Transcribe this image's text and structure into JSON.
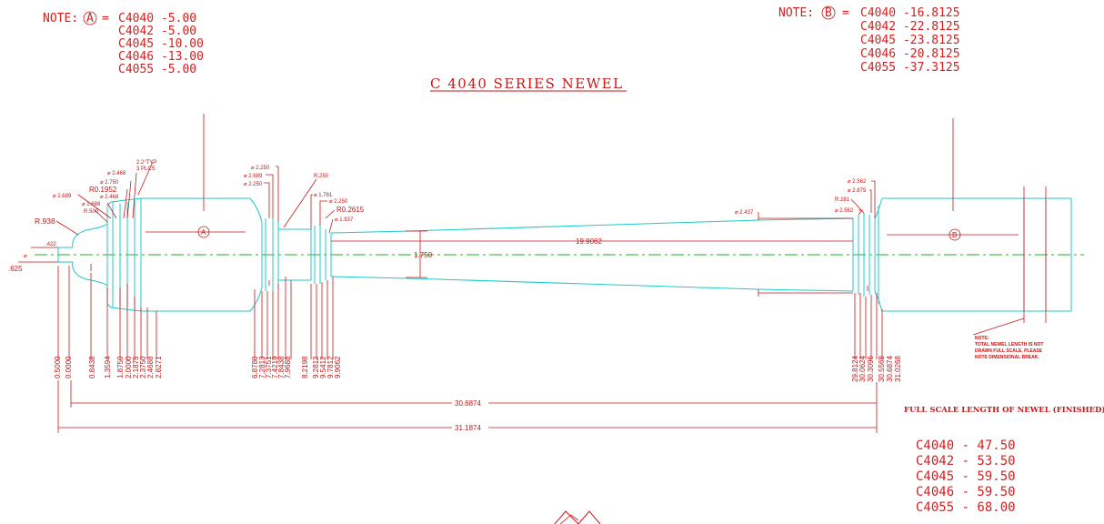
{
  "note_a": {
    "label": "NOTE:",
    "marker": "A",
    "lines": [
      "C4040  -5.00",
      "C4042  -5.00",
      "C4045  -10.00",
      "C4046  -13.00",
      "C4055  -5.00"
    ]
  },
  "note_b": {
    "label": "NOTE:",
    "marker": "B",
    "lines": [
      "C4040  -16.8125",
      "C4042  -22.8125",
      "C4045  -23.8125",
      "C4046  -20.8125",
      "C4055  -37.3125"
    ]
  },
  "title": "C 4040  SERIES   NEWEL",
  "profile_labels": {
    "section_a": "A",
    "section_b": "B",
    "r938": "R.938",
    "r500": "R.500",
    "r01952": "R0.1952",
    "d2689": "⌀ 2.689",
    "d1688": "⌀ 1.688",
    "d2468": "⌀ 2.468",
    "d2750": "⌀ 2.750",
    "d2468b": "⌀ 2.468",
    "typ": "2.2°TYP",
    "plcs": "3 PLCS",
    "d2250a": "⌀ 2.250",
    "d2689b": "⌀ 2.689",
    "d2250b": "⌀ 2.250",
    "r250": "R.250",
    "d1781": "⌀ 1.781",
    "d2250c": "⌀ 2.250",
    "r02615": "R0.2615",
    "d1937": "⌀ 1.937",
    "d2437": "⌀ 2.437",
    "d2562a": "⌀ 2.562",
    "d2875": "⌀ 2.875",
    "r281": "R.281",
    "d2562b": "⌀ 2.562",
    "len199062": "19.9062",
    "dia1750": "1.750",
    "end422": ".422",
    "end625": ".625",
    "phi": "⌀"
  },
  "station_dims": [
    "0.5000",
    "0.0000",
    "0.8438",
    "1.3594",
    "1.8750",
    "2.0000",
    "2.1875",
    "2.3750",
    "2.4688",
    "2.8271",
    "6.8780",
    "7.2813",
    "7.3751",
    "7.4219",
    "7.8438",
    "7.9688",
    "8.2198",
    "9.2812",
    "9.5412",
    "9.7812",
    "9.9062",
    "29.8124",
    "30.0624",
    "30.3096",
    "30.5568",
    "30.6874",
    "31.0268"
  ],
  "overall_dims": {
    "inner": "30.6874",
    "outer": "31.1874"
  },
  "warning_note": [
    "NOTE:",
    "TOTAL NEWEL LENGTH IS NOT",
    "DRAWN FULL SCALE.  PLEASE",
    "NOTE DIMENSIONAL BREAK."
  ],
  "full_scale": {
    "title": "FULL SCALE LENGTH OF NEWEL (FINISHED)",
    "lines": [
      "C4040  -  47.50",
      "C4042  -  53.50",
      "C4045  -  59.50",
      "C4046  -  59.50",
      "C4055  -  68.00"
    ]
  },
  "colors": {
    "profile": "#20c8c8",
    "dimension": "#c81818",
    "centerline": "#20b020"
  }
}
